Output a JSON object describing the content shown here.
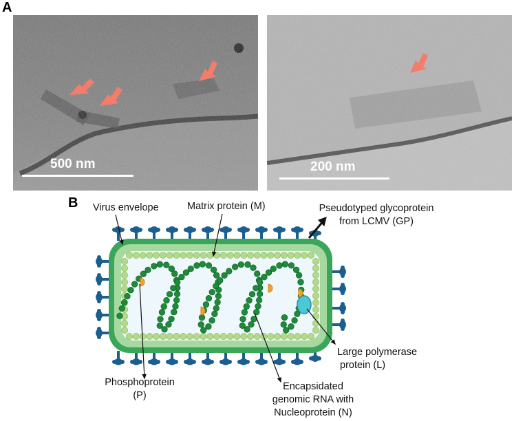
{
  "panels": {
    "a": {
      "letter": "A",
      "left_image": {
        "scale_label": "500 nm"
      },
      "right_image": {
        "scale_label": "200 nm"
      }
    },
    "b": {
      "letter": "B",
      "labels": {
        "virus_envelope": "Virus envelope",
        "matrix_protein": "Matrix protein (M)",
        "glycoprotein_line1": "Pseudotyped glycoprotein",
        "glycoprotein_line2": "from LCMV (GP)",
        "polymerase_line1": "Large polymerase",
        "polymerase_line2": "protein (L)",
        "phosphoprotein_line1": "Phosphoprotein",
        "phosphoprotein_line2": "(P)",
        "rna_line1": "Encapsidated",
        "rna_line2": "genomic RNA with",
        "rna_line3": "Nucleoprotein (N)"
      }
    }
  },
  "colors": {
    "arrow": "#f47c6a",
    "envelope": "#3aa65a",
    "interior": "#eef7fb",
    "matrix": "#b5d98a",
    "rna": "#1f8a3a",
    "spike": "#1a5f8f",
    "phosphoprotein": "#f2a12a",
    "polymerase": "#4cc7d6"
  }
}
